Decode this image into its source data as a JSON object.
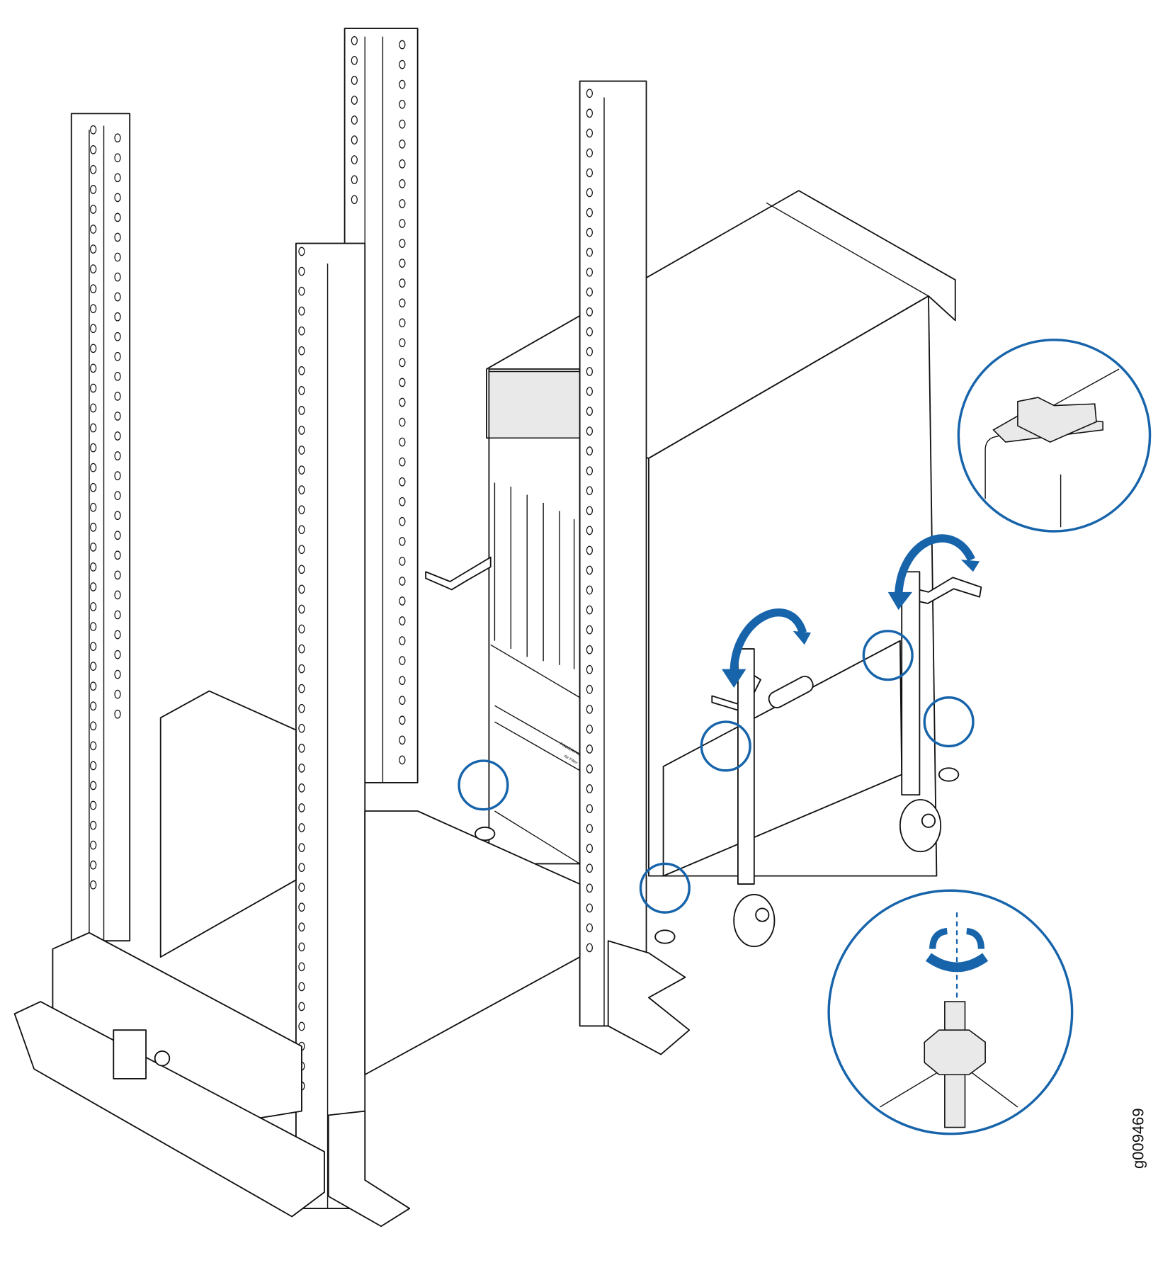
{
  "figure": {
    "id_label": "g009469",
    "chassis_labels": [
      "POWER/FAN",
      "Air Filter"
    ],
    "accent_color": "#1764ab",
    "callouts": [
      "mounting-bracket-detail",
      "leveling-foot-adjust-detail"
    ]
  }
}
